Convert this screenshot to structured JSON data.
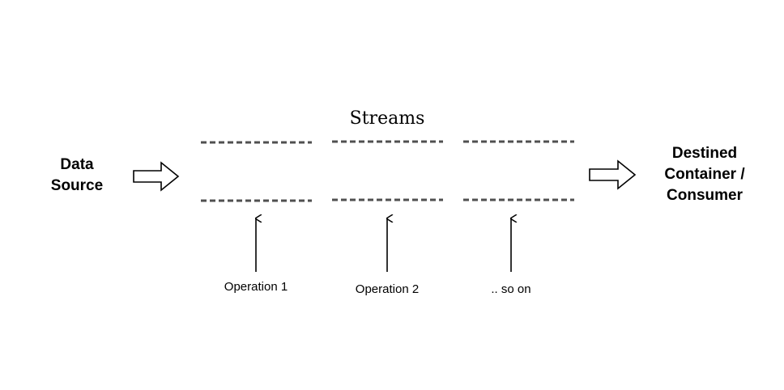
{
  "diagram": {
    "title": "Streams",
    "source_label": [
      "Data",
      "Source"
    ],
    "destination_label": [
      "Destined",
      "Container /",
      "Consumer"
    ],
    "operations": [
      "Operation 1",
      "Operation 2",
      ".. so on"
    ],
    "colors": {
      "stroke": "#000000",
      "dash": "#505050",
      "text": "#000000",
      "background": "#ffffff"
    }
  }
}
